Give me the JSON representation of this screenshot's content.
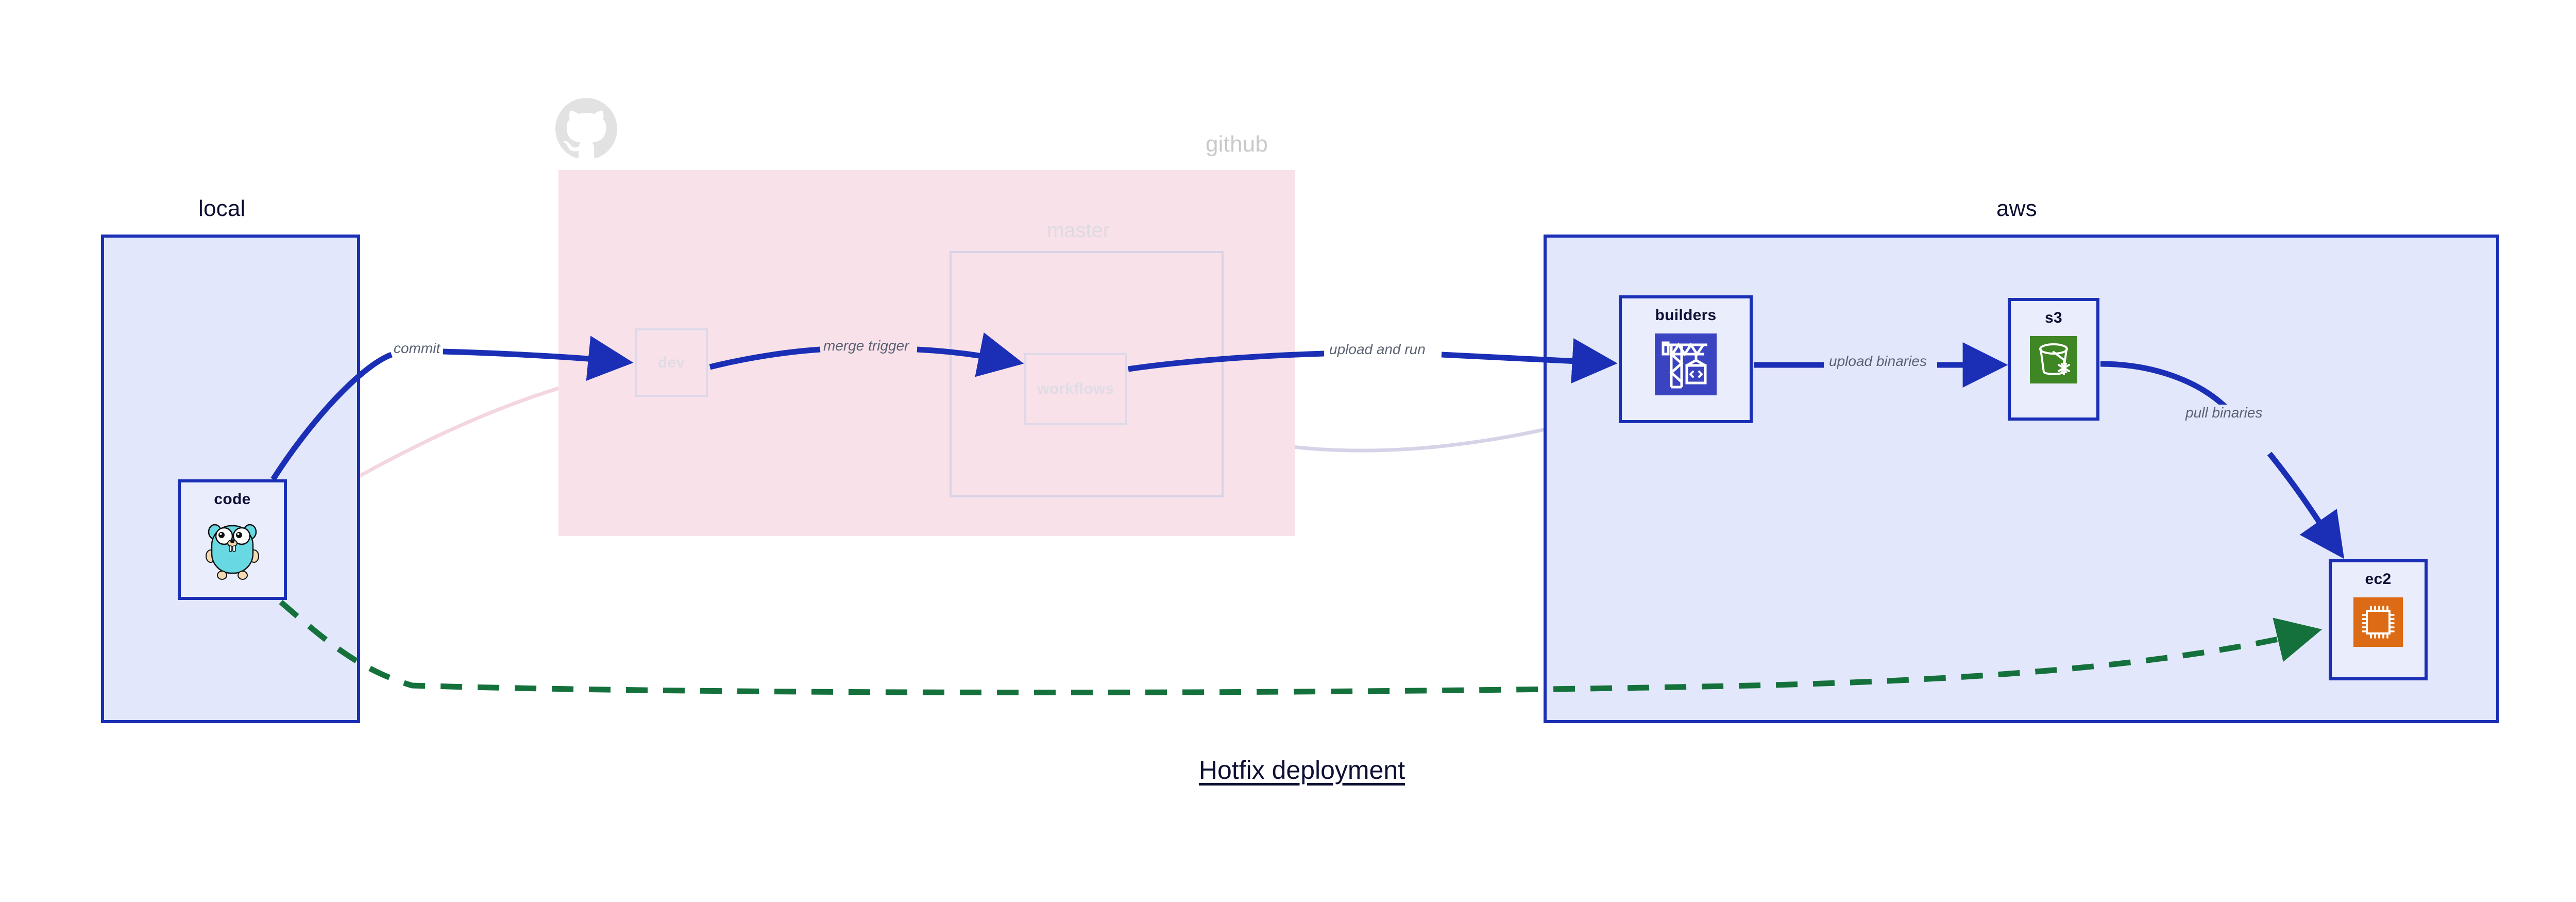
{
  "diagram": {
    "title": "Hotfix deployment",
    "colors": {
      "group_blue_fill": "#e2e7fb",
      "group_blue_stroke": "#1a2fb5",
      "group_pink_fill": "#f8e1e9",
      "node_fill": "#e9edfc",
      "edge_blue": "#1a2fb5",
      "edge_green": "#14713b",
      "edge_faded": "#d5d3e8",
      "label_gray": "#5a6272",
      "dim_text": "#e0dce6",
      "title_dark": "#0d1033",
      "s3_green": "#3f8624",
      "ec2_orange": "#dd6b15",
      "builders_indigo": "#3b44c0",
      "gopher_cyan": "#68d8e3",
      "github_logo_gray": "#e2e2e2"
    }
  },
  "groups": [
    {
      "id": "local",
      "title": "local",
      "dimmed": false
    },
    {
      "id": "github",
      "title": "github",
      "dimmed": true,
      "logo_icon": "github-octocat-icon",
      "subgroup": {
        "id": "master",
        "title": "master"
      }
    },
    {
      "id": "aws",
      "title": "aws",
      "dimmed": false
    }
  ],
  "nodes": [
    {
      "id": "code",
      "label": "code",
      "icon": "go-gopher-icon",
      "group": "local",
      "dimmed": false
    },
    {
      "id": "dev",
      "label": "dev",
      "icon": "none",
      "group": "github",
      "dimmed": true
    },
    {
      "id": "workflows",
      "label": "workflows",
      "icon": "none",
      "group": "master",
      "dimmed": true
    },
    {
      "id": "builders",
      "label": "builders",
      "icon": "crane-code-icon",
      "group": "aws",
      "dimmed": false
    },
    {
      "id": "s3",
      "label": "s3",
      "icon": "s3-bucket-glacier-icon",
      "group": "aws",
      "dimmed": false
    },
    {
      "id": "ec2",
      "label": "ec2",
      "icon": "cpu-chip-icon",
      "group": "aws",
      "dimmed": false
    }
  ],
  "edges": [
    {
      "id": "e-commit",
      "from": "code",
      "to": "dev",
      "label": "commit",
      "style": "solid",
      "color": "#1a2fb5"
    },
    {
      "id": "e-merge-trigger",
      "from": "dev",
      "to": "workflows",
      "label": "merge trigger",
      "style": "solid",
      "color": "#1a2fb5"
    },
    {
      "id": "e-upload-and-run",
      "from": "workflows",
      "to": "builders",
      "label": "upload and run",
      "style": "solid",
      "color": "#1a2fb5"
    },
    {
      "id": "e-upload-binaries",
      "from": "builders",
      "to": "s3",
      "label": "upload binaries",
      "style": "solid",
      "color": "#1a2fb5"
    },
    {
      "id": "e-pull-binaries",
      "from": "s3",
      "to": "ec2",
      "label": "pull binaries",
      "style": "solid",
      "color": "#1a2fb5"
    },
    {
      "id": "e-hotfix-direct",
      "from": "code",
      "to": "ec2",
      "label": "",
      "style": "dashed",
      "color": "#14713b"
    },
    {
      "id": "e-faded-a",
      "from": "code",
      "to": "dev",
      "label": "",
      "style": "faded",
      "color": "#d5d3e8"
    },
    {
      "id": "e-faded-b",
      "from": "dev",
      "to": "workflows",
      "label": "",
      "style": "faded",
      "color": "#d5d3e8"
    },
    {
      "id": "e-faded-c",
      "from": "workflows",
      "to": "builders",
      "label": "",
      "style": "faded",
      "color": "#d5d3e8"
    }
  ]
}
